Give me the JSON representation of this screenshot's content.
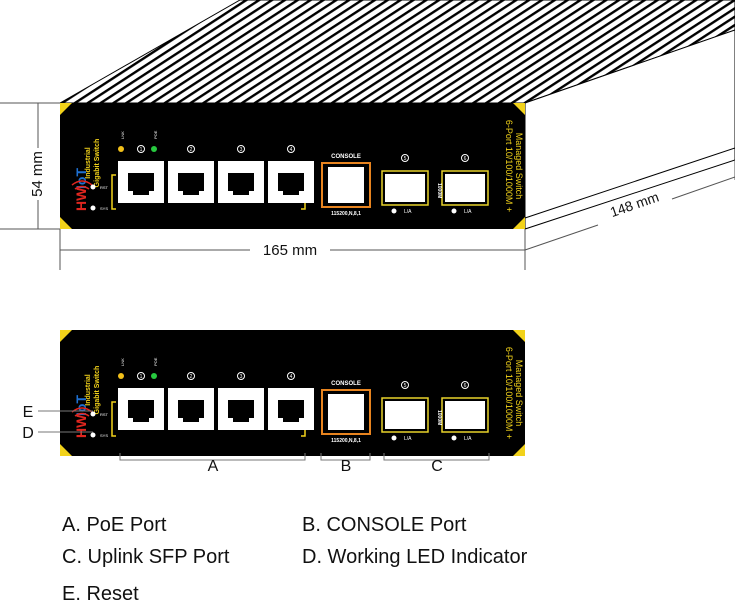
{
  "brand": {
    "first": "HW",
    "second": "IoT"
  },
  "panel": {
    "title_line1": "Industrial",
    "title_line2": "Gigabit Switch",
    "console_label": "CONSOLE",
    "console_baud": "115200,N,8,1",
    "sfp_speed": "1000M",
    "side_line1": "6-Port 10/100/1000M +",
    "side_line2": "Managed Switch",
    "led_labels": {
      "lnk": "LNK",
      "poe": "POE",
      "sys": "SYS",
      "rst": "RST"
    },
    "port_numbers": [
      "1",
      "2",
      "3",
      "4"
    ],
    "sfp_numbers": [
      "5",
      "6"
    ],
    "sfp_link_labels": [
      "L/A",
      "L/A"
    ]
  },
  "dimensions": {
    "height": "54 mm",
    "width": "165 mm",
    "depth": "148 mm"
  },
  "callouts": {
    "a": "A",
    "b": "B",
    "c": "C",
    "d": "D",
    "e": "E"
  },
  "legend": {
    "a": "A. PoE Port",
    "b": "B. CONSOLE Port",
    "c": "C. Uplink SFP Port",
    "d": "D. Working LED Indicator",
    "e": "E. Reset"
  },
  "colors": {
    "panel": "#000000",
    "corner_marker": "#f2d21a",
    "console_orange": "#e8841f",
    "sfp_yellow": "#e8d22a",
    "lnk_led": "#f2c01a",
    "poe_led": "#27c93f",
    "brand_red": "#e0261f",
    "brand_blue": "#1e6fd0",
    "title_yellow": "#f2d21a"
  }
}
